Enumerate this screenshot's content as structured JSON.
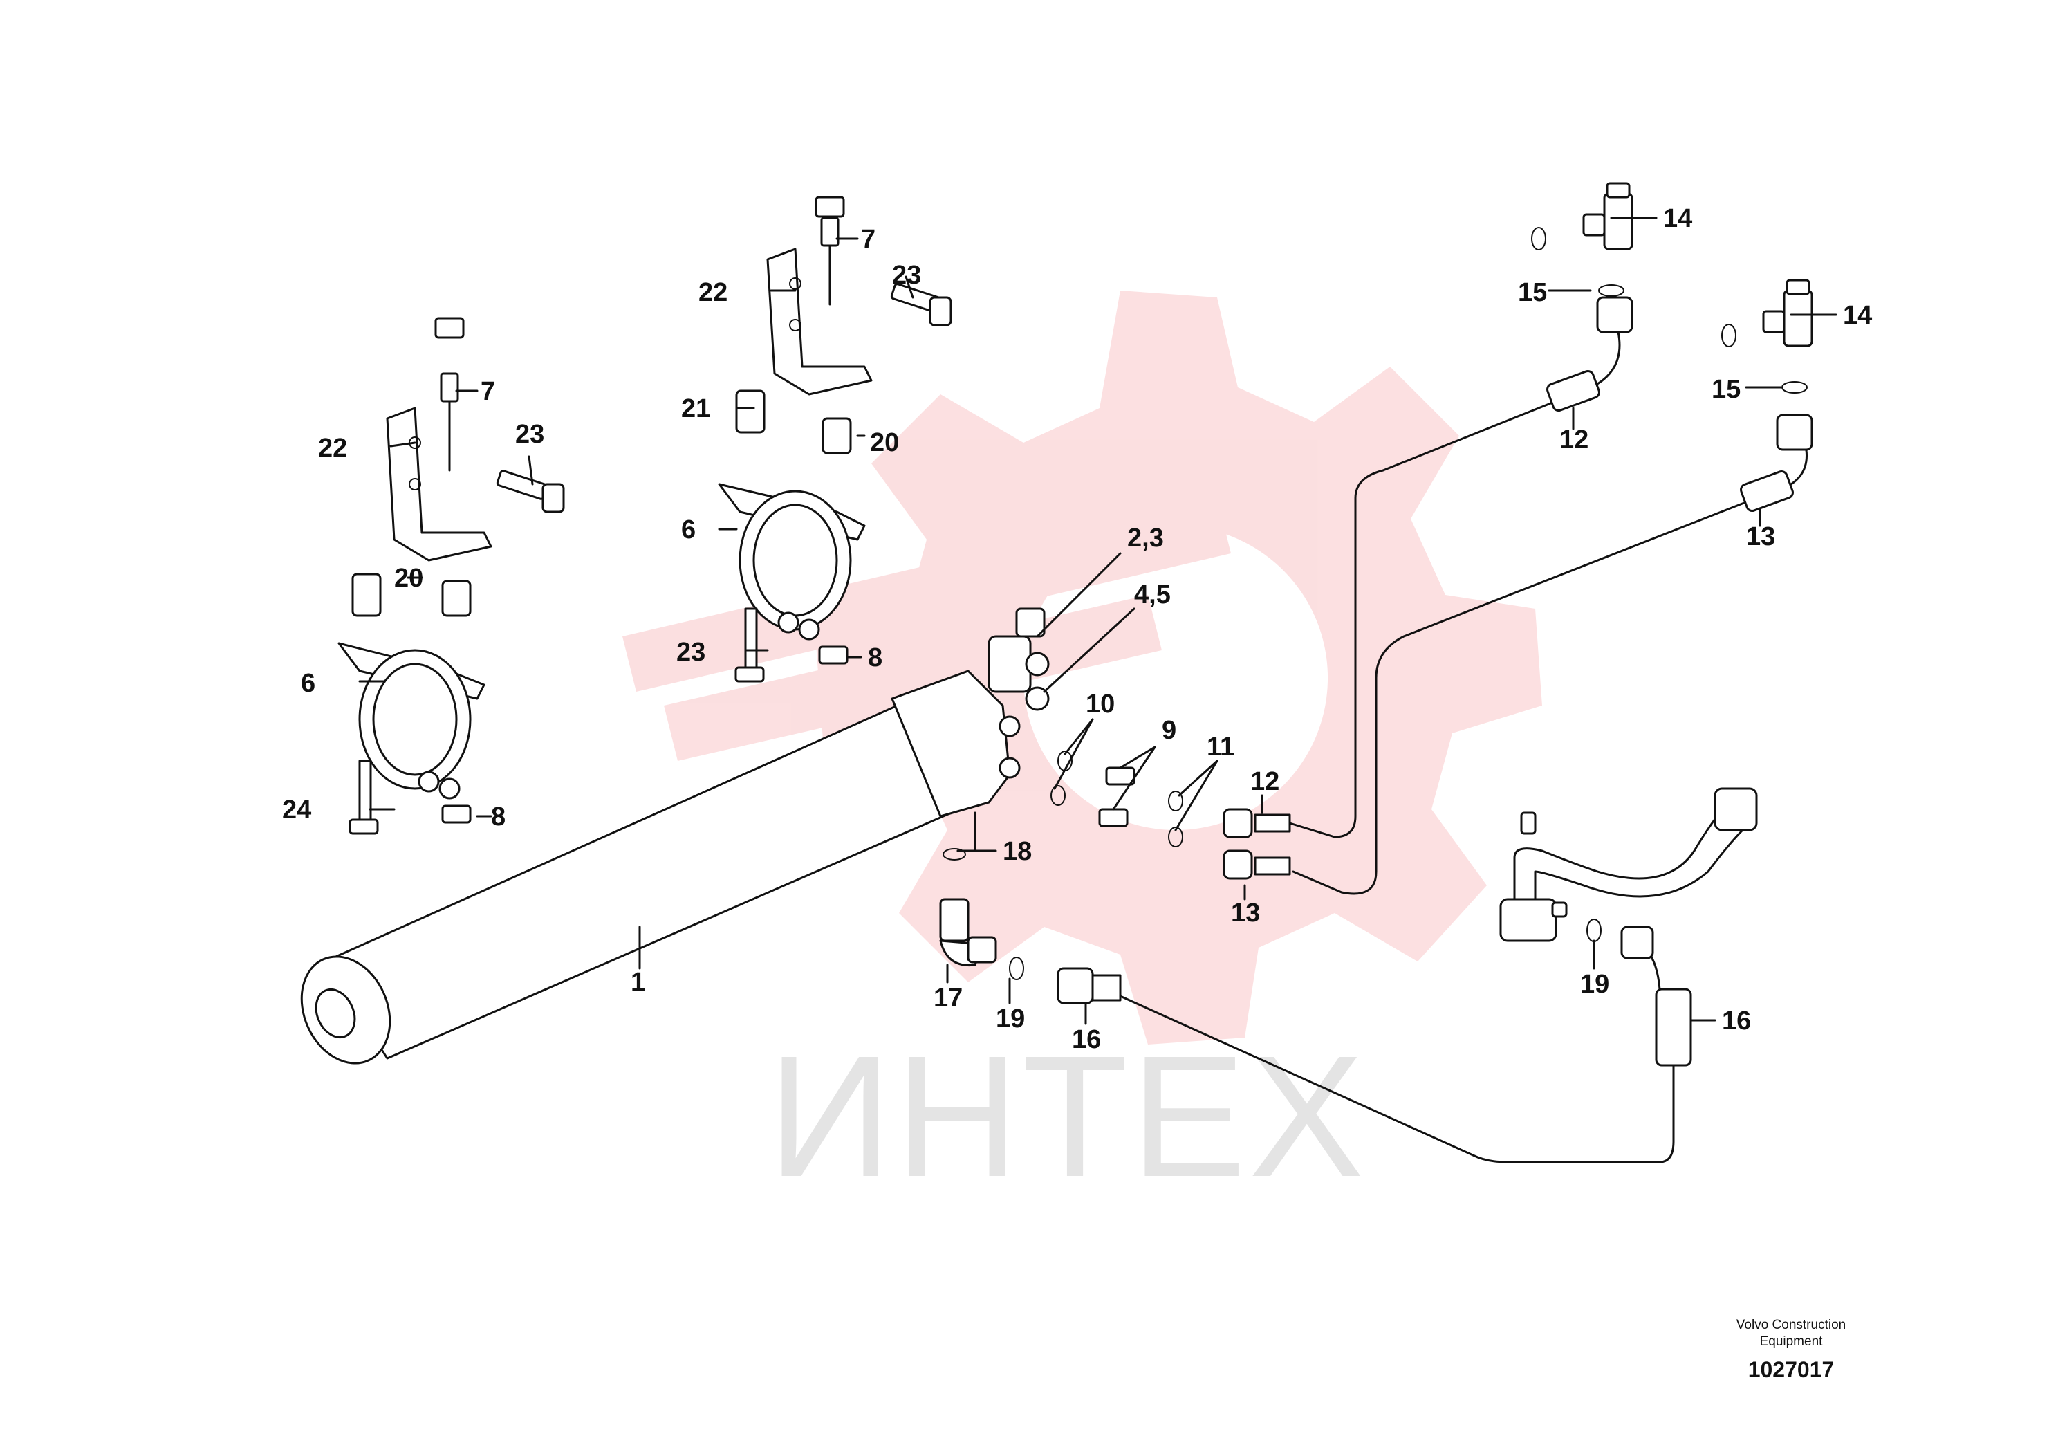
{
  "watermark": {
    "text": "ИНТЕХ",
    "color": "#e8232a"
  },
  "footer": {
    "brand_line1": "Volvo Construction",
    "brand_line2": "Equipment",
    "drawing_number": "1027017"
  },
  "callouts": {
    "c1": "1",
    "c23_top": "2,3",
    "c45": "4,5",
    "c6_left": "6",
    "c6_mid": "6",
    "c7_left": "7",
    "c7_mid": "7",
    "c8_left": "8",
    "c8_mid": "8",
    "c9": "9",
    "c10": "10",
    "c11": "11",
    "c12_right": "12",
    "c12_top": "12",
    "c13_low": "13",
    "c13_right": "13",
    "c14_a": "14",
    "c14_b": "14",
    "c15_a": "15",
    "c15_b": "15",
    "c16_mid": "16",
    "c16_right": "16",
    "c17": "17",
    "c18": "18",
    "c19_mid": "19",
    "c19_right": "19",
    "c20_left": "20",
    "c20_mid": "20",
    "c21": "21",
    "c22_left": "22",
    "c22_mid": "22",
    "c23_left": "23",
    "c23_mid": "23",
    "c23_bolt": "23",
    "c24": "24"
  }
}
